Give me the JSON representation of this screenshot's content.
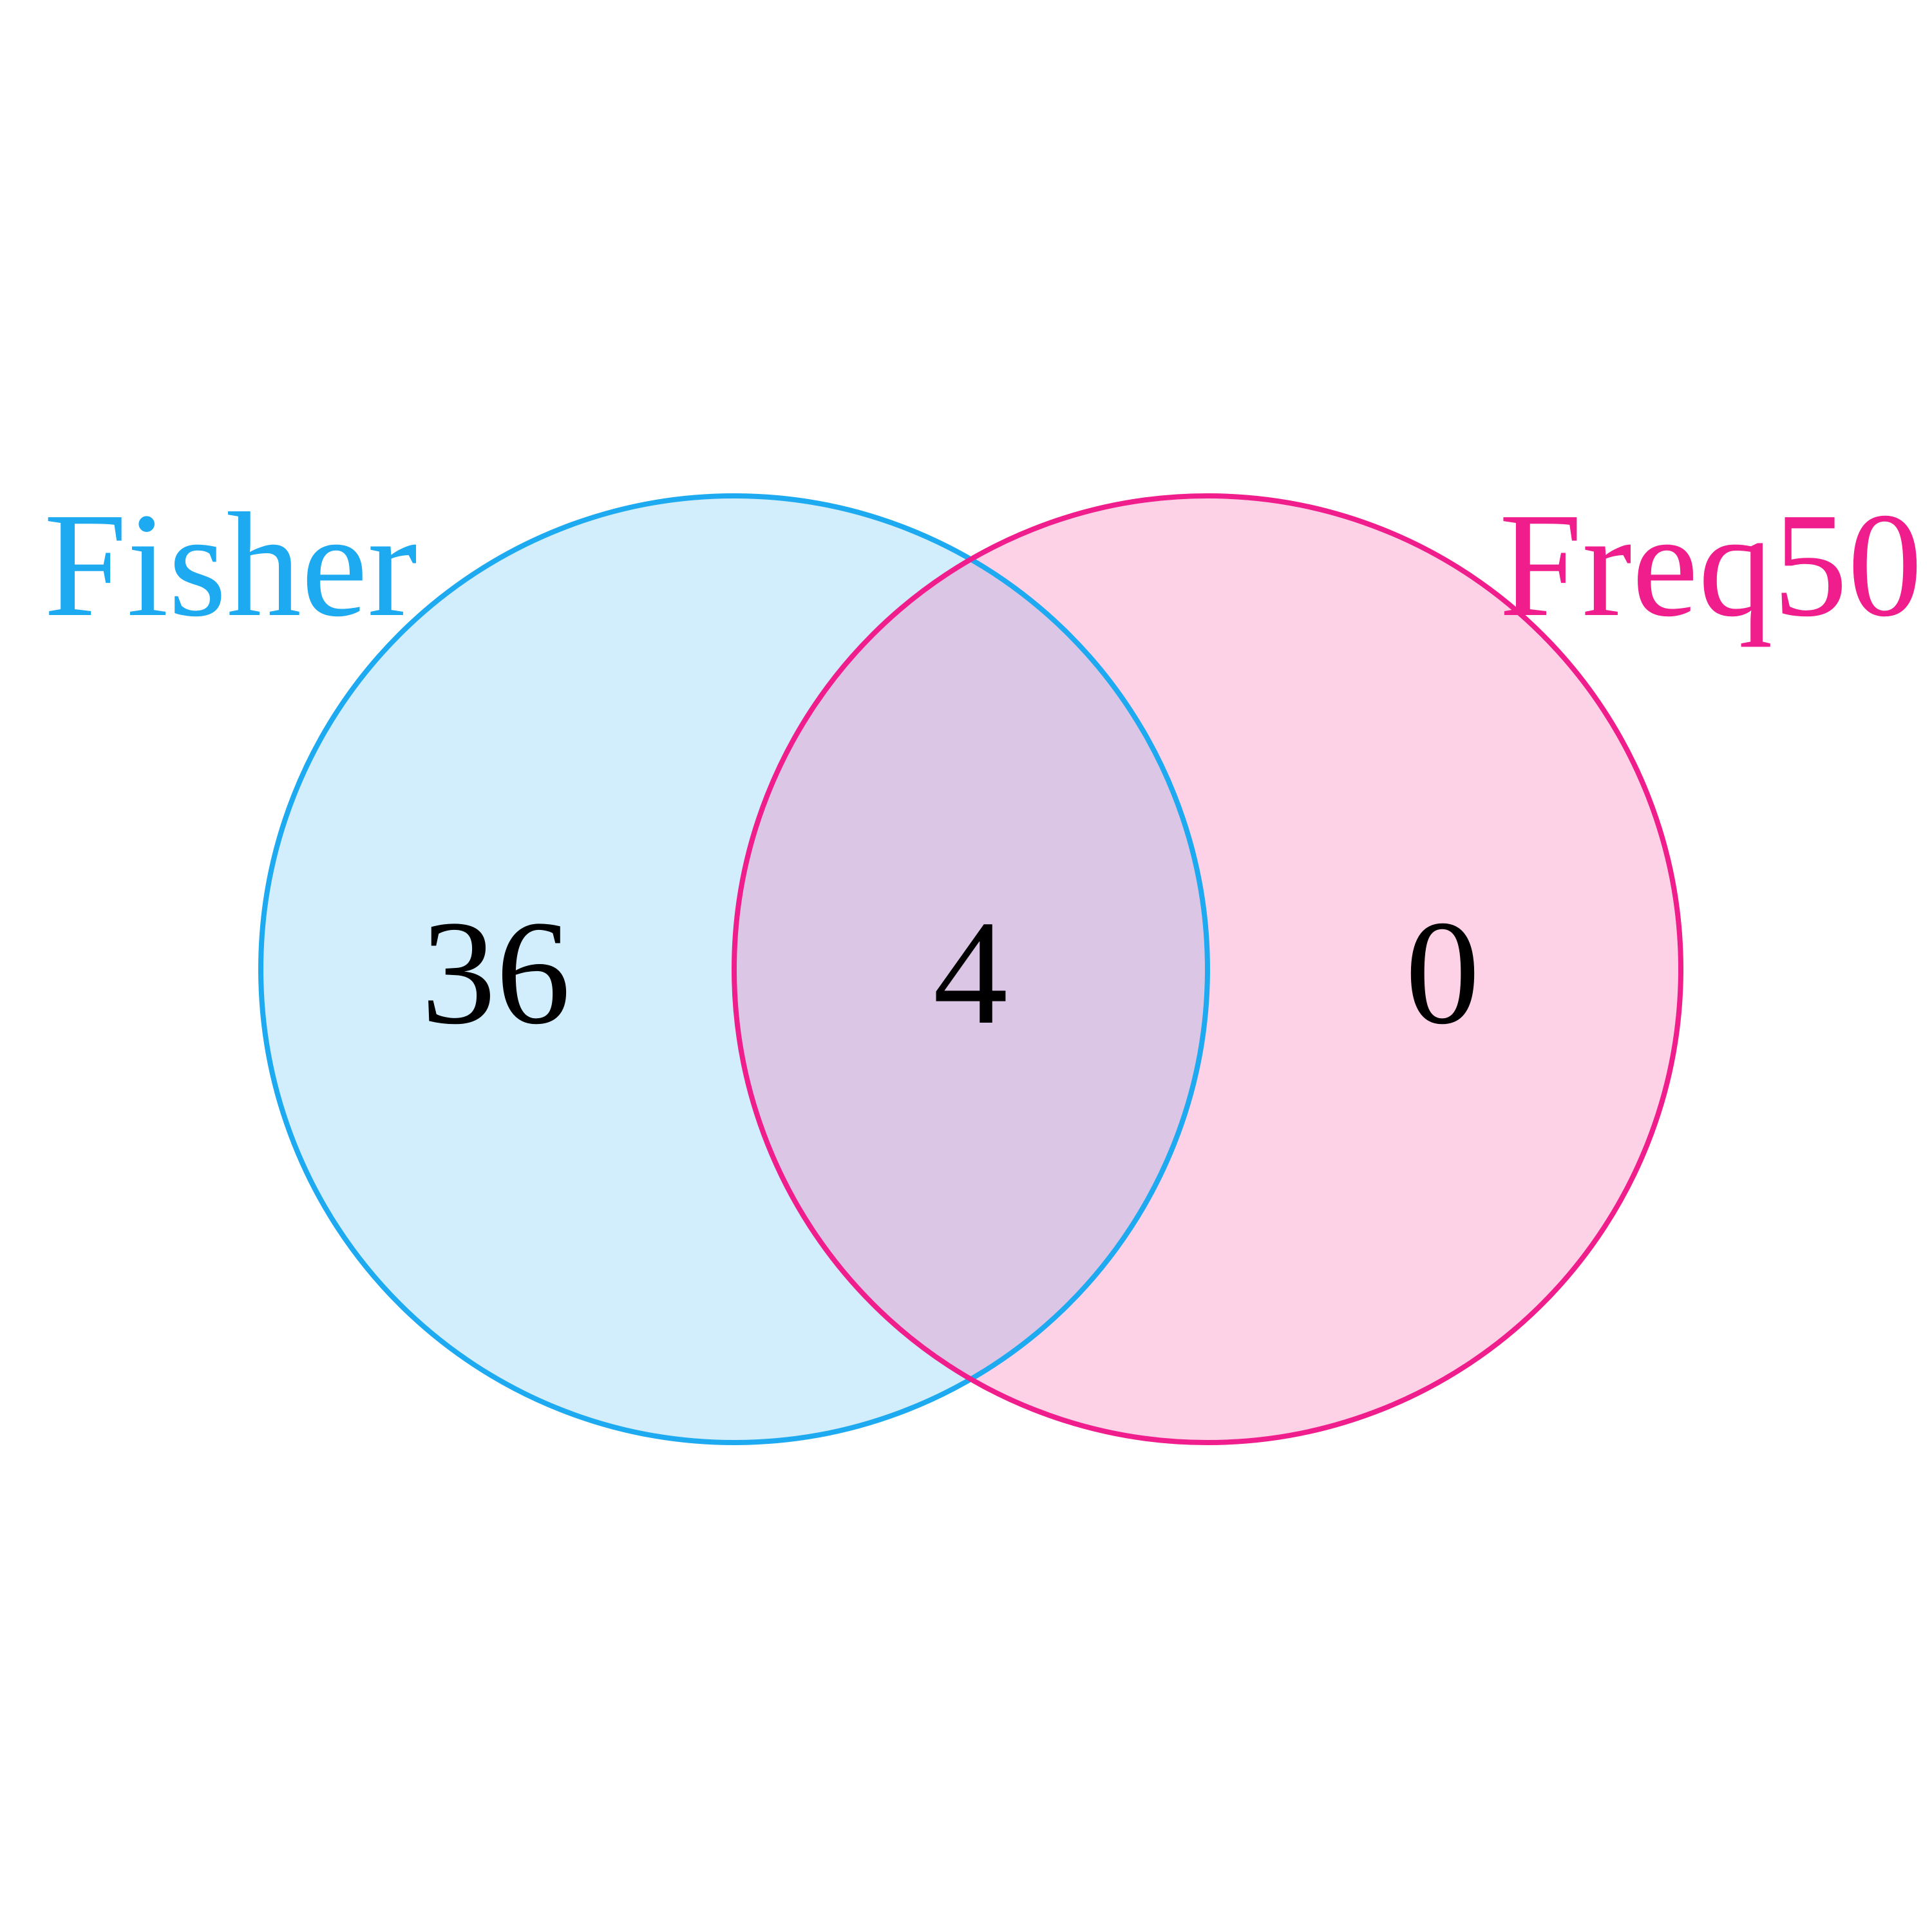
{
  "diagram": {
    "type": "venn",
    "sets": [
      {
        "name": "Fisher",
        "color": "#1eaaf0",
        "fill": "#d2edfb"
      },
      {
        "name": "Freq50",
        "color": "#f01e8c",
        "fill": "#fdd2e6"
      }
    ],
    "overlap_fill": "#dcc6e6",
    "regions": {
      "fisher_only": "36",
      "both": "4",
      "freq50_only": "0"
    }
  }
}
